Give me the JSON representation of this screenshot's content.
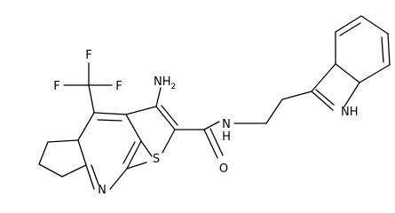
{
  "structure": {
    "atoms": {
      "F1": "F",
      "F2": "F",
      "F3": "F",
      "NH2": "NH",
      "NH2_sub": "2",
      "N_amide": "N",
      "H_amide": "H",
      "NH_indole": "NH",
      "O_carbonyl": "O",
      "N_pyridine": "N",
      "S_thiophene": "S"
    }
  }
}
